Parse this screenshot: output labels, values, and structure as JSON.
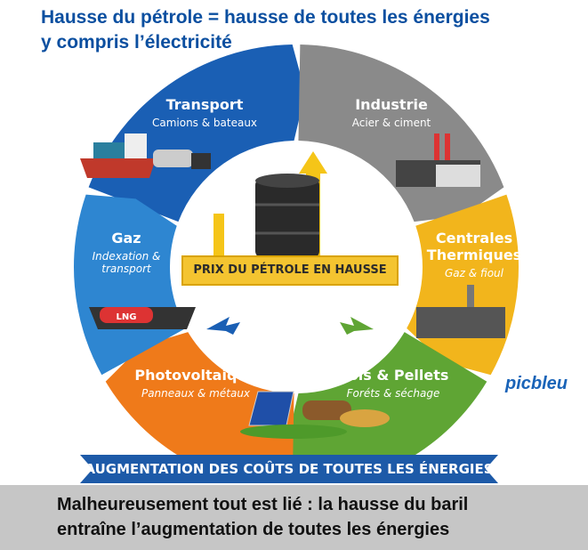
{
  "title": {
    "line1": "Hausse du pétrole = hausse de toutes les énergies",
    "line2": "y compris l’électricité"
  },
  "center": {
    "banner": "PRIX DU PÉTROLE EN HAUSSE"
  },
  "segments": [
    {
      "id": "transport",
      "title": "Transport",
      "subtitle": "Camions & bateaux",
      "color": "#1a5fb4"
    },
    {
      "id": "industrie",
      "title": "Industrie",
      "subtitle": "Acier & ciment",
      "color": "#8a8a8a"
    },
    {
      "id": "centrales",
      "title": "Centrales Thermiques",
      "subtitle": "Gaz & fioul",
      "color": "#f2b51c"
    },
    {
      "id": "bois",
      "title": "Bois & Pellets",
      "subtitle": "Foréts & séchage",
      "color": "#5fa534"
    },
    {
      "id": "photovoltaique",
      "title": "Photovoltaique",
      "subtitle": "Panneaux & métaux",
      "color": "#ef7a1a"
    },
    {
      "id": "gaz",
      "title": "Gaz",
      "subtitle": "Indexation & transport",
      "color": "#2e86d1"
    }
  ],
  "ship_label": "LNG",
  "bottom_banner": "AUGMENTATION DES COÛTS DE TOUTES LES ÉNERGIES",
  "logo": "picbleu",
  "footer": {
    "line1": "Malheureusement tout est lié : la hausse du baril",
    "line2": "entraîne l’augmentation de toutes les énergies"
  }
}
